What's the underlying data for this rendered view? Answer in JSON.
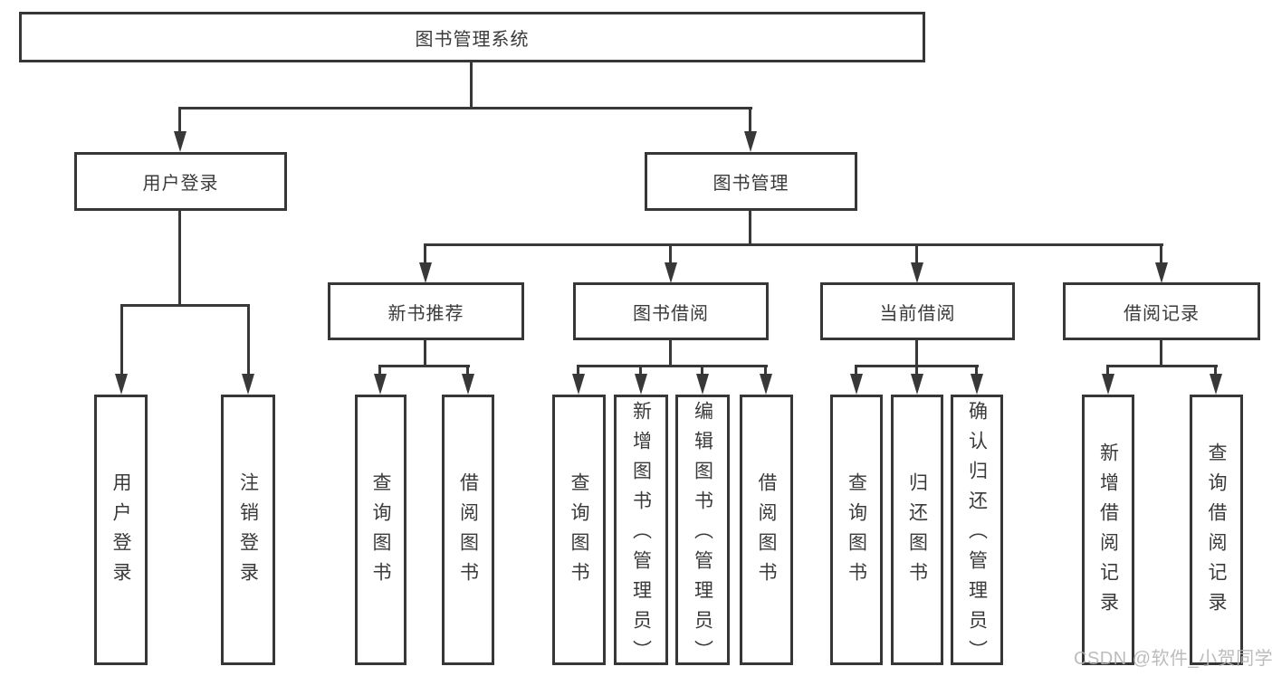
{
  "diagram": {
    "type": "hierarchy-tree",
    "nodes": {
      "root": "图书管理系统",
      "user_login": "用户登录",
      "book_management": "图书管理",
      "new_book_recommend": "新书推荐",
      "book_borrowing": "图书借阅",
      "current_borrowing": "当前借阅",
      "borrowing_records": "借阅记录",
      "leaf_user_login": "用户登录",
      "leaf_logout": "注销登录",
      "nbr_query_books": "查询图书",
      "nbr_borrow_books": "借阅图书",
      "bb_query_books": "查询图书",
      "bb_add_books": "新增图书（管理员）",
      "bb_edit_books": "编辑图书（管理员）",
      "bb_borrow_books": "借阅图书",
      "cb_query_books": "查询图书",
      "cb_return_books": "归还图书",
      "cb_confirm_return": "确认归还（管理员）",
      "br_add_record": "新增借阅记录",
      "br_query_record": "查询借阅记录"
    },
    "edges": [
      [
        "root",
        "user_login"
      ],
      [
        "root",
        "book_management"
      ],
      [
        "user_login",
        "leaf_user_login"
      ],
      [
        "user_login",
        "leaf_logout"
      ],
      [
        "book_management",
        "new_book_recommend"
      ],
      [
        "book_management",
        "book_borrowing"
      ],
      [
        "book_management",
        "current_borrowing"
      ],
      [
        "book_management",
        "borrowing_records"
      ],
      [
        "new_book_recommend",
        "nbr_query_books"
      ],
      [
        "new_book_recommend",
        "nbr_borrow_books"
      ],
      [
        "book_borrowing",
        "bb_query_books"
      ],
      [
        "book_borrowing",
        "bb_add_books"
      ],
      [
        "book_borrowing",
        "bb_edit_books"
      ],
      [
        "book_borrowing",
        "bb_borrow_books"
      ],
      [
        "current_borrowing",
        "cb_query_books"
      ],
      [
        "current_borrowing",
        "cb_return_books"
      ],
      [
        "current_borrowing",
        "cb_confirm_return"
      ],
      [
        "borrowing_records",
        "br_add_record"
      ],
      [
        "borrowing_records",
        "br_query_record"
      ]
    ],
    "colors": {
      "line": "#383838",
      "text": "#3a3a3a",
      "box_background": "#ffffff",
      "watermark": "#b5b5b5",
      "page_background": "#ffffff"
    }
  },
  "watermark": "CSDN @软件_小贺同学"
}
